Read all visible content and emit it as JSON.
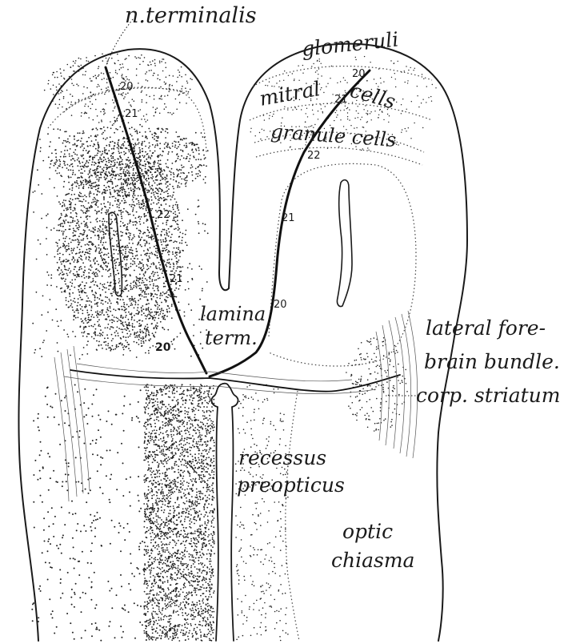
{
  "labels": {
    "n_terminalis": "n.terminalis",
    "glomeruli": "glomeruli",
    "mitral": "mitral",
    "cells_mitral": "cells",
    "granule_cells": "granule cells",
    "lamina": "lamina",
    "term": "term.",
    "lateral_fore": "lateral fore-",
    "brain_bundle": "brain bundle.",
    "corp_striatum": "corp. striatum",
    "recessus": "recessus",
    "preopticus": "preopticus",
    "optic": "optic",
    "chiasma": "chiasma"
  },
  "numbers": {
    "left_20_top": "20",
    "left_21_top": "21",
    "left_22": "22",
    "left_21_low": "21",
    "left_20_low": "20",
    "right_20_top": "20",
    "right_21_top": "21",
    "right_22": "22",
    "right_21_mid": "21",
    "right_20_low": "20"
  },
  "colors": {
    "ink": "#1a1a1a",
    "paper": "#ffffff"
  }
}
